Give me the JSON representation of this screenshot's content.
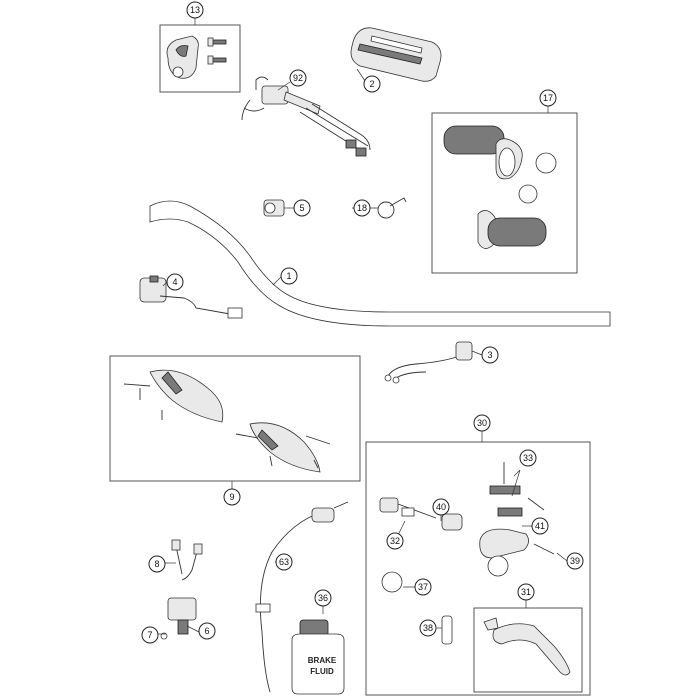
{
  "callouts": [
    "13",
    "2",
    "92",
    "17",
    "5",
    "18",
    "1",
    "4",
    "3",
    "9",
    "30",
    "33",
    "40",
    "41",
    "32",
    "39",
    "8",
    "63",
    "36",
    "37",
    "31",
    "7",
    "6",
    "38"
  ],
  "bottle_label": [
    "BRAKE",
    "FLUID"
  ]
}
